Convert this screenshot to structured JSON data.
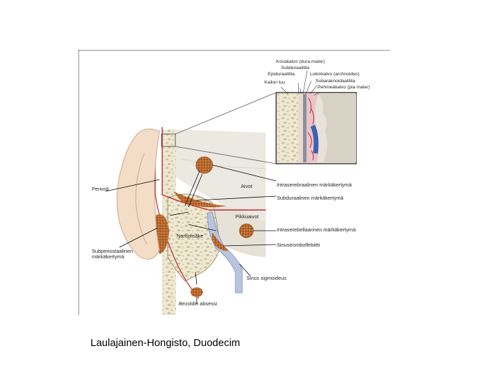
{
  "diagram": {
    "inset_labels": {
      "dura_mater": "Kovakalvo (dura mater)",
      "subdural_space": "Subduraalitila",
      "epidural_space": "Epiduraalitila",
      "arachnoid": "Lukinkalvo (archnoides)",
      "skull_bone": "Kallon luu",
      "subarachnoid_space": "Subaraknoidaalitila",
      "pia_mater": "Pehmeäkalvo (pia mater)"
    },
    "labels": {
      "periosteum": "Periosti",
      "brain": "Aivot",
      "intracerebral_abscess": "Intraserebraalinen märkäkertymä",
      "subdural_abscess": "Subduraalinen märkäkertymä",
      "cerebellum": "Pikkuaivot",
      "mastoid": "Nartiolisäke",
      "intracerebellar_abscess": "Intraserebellaarinen märkäkertymä",
      "sinus_thrombophlebitis": "Sinustromboflebiitti",
      "subperiosteal_abscess": "Subperiostaalinen märkäkertymä",
      "sigmoid_sinus": "Sinus sigmoideus",
      "bezold_abscess": "Bezoldin absessi"
    }
  },
  "caption": "Laulajainen-Hongisto, Duodecim"
}
